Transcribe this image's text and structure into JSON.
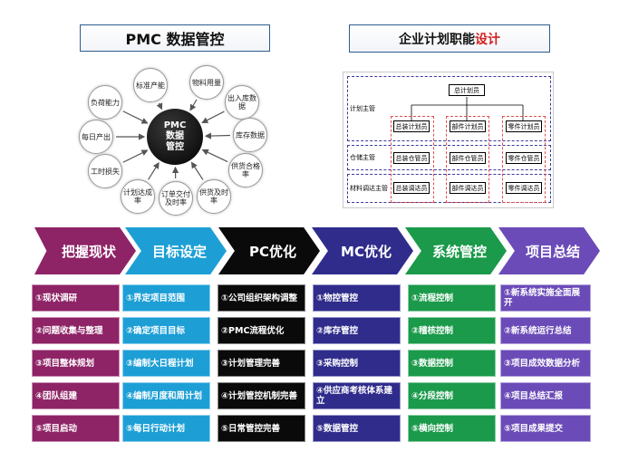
{
  "titles": {
    "left": "PMC 数据管控",
    "right_prefix": "企业计划职能",
    "right_highlight": "设计"
  },
  "pmc_diagram": {
    "center": [
      "PMC",
      "数据",
      "管控"
    ],
    "items": [
      "标准产能",
      "物料用量",
      "出入库数据",
      "库存数据",
      "供货合格率",
      "供货及时率",
      "订单交付及时率",
      "计划达成率",
      "工时损失",
      "每日产出",
      "负荷能力"
    ]
  },
  "org_chart": {
    "top": "总计划员",
    "rows": [
      {
        "label": "计划主管",
        "boxes": [
          "总装计划员",
          "部件计划员",
          "零件计划员"
        ]
      },
      {
        "label": "仓储主管",
        "boxes": [
          "总装仓管员",
          "部件仓管员",
          "零件仓管员"
        ]
      },
      {
        "label": "材料调达主管",
        "boxes": [
          "总装调达员",
          "部件调达员",
          "零件调达员"
        ]
      }
    ]
  },
  "colors": {
    "phase1": "#8e2366",
    "phase2": "#1d9fd6",
    "phase3": "#0a0a0a",
    "phase4": "#2f2c8c",
    "phase5": "#1a9a4a",
    "phase6": "#6b4bb8"
  },
  "phases": [
    {
      "title": "把握现状",
      "items": [
        "①现状调研",
        "②问题收集与整理",
        "③项目整体规划",
        "④团队组建",
        "⑤项目启动"
      ]
    },
    {
      "title": "目标设定",
      "items": [
        "①界定项目范围",
        "②确定项目目标",
        "③编制大日程计划",
        "④编制月度和周计划",
        "⑤每日行动计划"
      ]
    },
    {
      "title": "PC优化",
      "items": [
        "①公司组织架构调整",
        "②PMC流程优化",
        "③计划管理完善",
        "④计划管控机制完善",
        "⑤日常管控完善"
      ]
    },
    {
      "title": "MC优化",
      "items": [
        "①物控管控",
        "②库存管控",
        "③采购控制",
        "④供应商考核体系建立",
        "⑤数据管控"
      ]
    },
    {
      "title": "系统管控",
      "items": [
        "①流程控制",
        "②稽核控制",
        "③数据控制",
        "④分段控制",
        "⑤横向控制"
      ]
    },
    {
      "title": "项目总结",
      "items": [
        "①新系统实施全面展开",
        "②新系统运行总结",
        "③项目成效数据分析",
        "④项目总结汇报",
        "⑤项目成果提交"
      ]
    }
  ]
}
